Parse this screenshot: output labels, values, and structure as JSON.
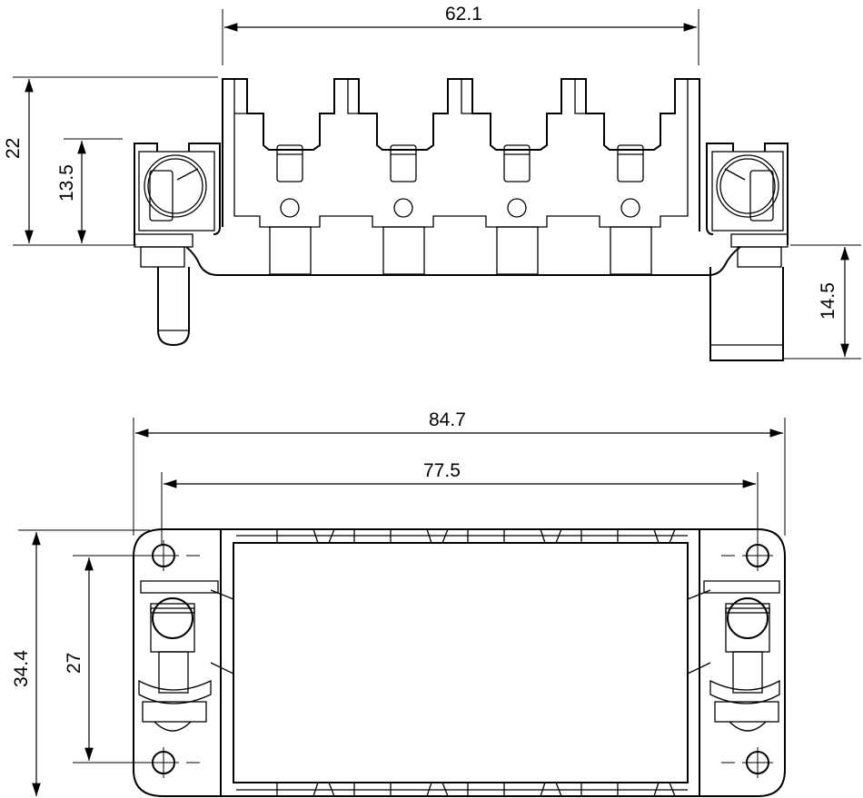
{
  "diagram": {
    "side_view": {
      "dimensions": {
        "width_top": "62.1",
        "height_total": "22",
        "height_clamp": "13.5",
        "pin_length": "14.5"
      }
    },
    "top_view": {
      "dimensions": {
        "outer_width": "84.7",
        "hole_spacing": "77.5",
        "outer_height": "34.4",
        "hole_spacing_vertical": "27"
      }
    },
    "line_color": "#000000"
  }
}
